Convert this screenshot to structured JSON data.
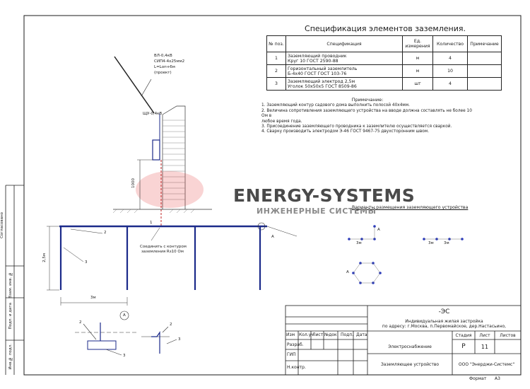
{
  "spec": {
    "title": "Спецификация элементов заземления.",
    "headers": [
      "№ поз.",
      "Спецификация",
      "Ед. измерения",
      "Количество",
      "Примечание"
    ],
    "rows": [
      {
        "pos": "1",
        "name1": "Заземляющий проводник",
        "name2": "Круг 10 ГОСТ 2590-88",
        "unit": "м",
        "qty": "4",
        "note": ""
      },
      {
        "pos": "2",
        "name1": "Горизонтальный заземлитель",
        "name2": "Б-4х40 ГОСТ ГОСТ 103-76",
        "unit": "м",
        "qty": "10",
        "note": ""
      },
      {
        "pos": "3",
        "name1": "Заземляющий электрод 2,5м",
        "name2": "Уголок 50х50х5 ГОСТ 8509-86",
        "unit": "шт",
        "qty": "4",
        "note": ""
      }
    ]
  },
  "notes": {
    "title": "Примечание:",
    "items": [
      "1. Заземляющий контур садового дома выполнить полосой 40х4мм.",
      "2. Величина сопротивления заземляющего устройства на вводе должна составлять не более 10 Ом в",
      "любое время года.",
      "3. Присоединение заземляющего проводника к заземлителю осуществляется сваркой.",
      "4. Сварку производить электродом Э-46 ГОСТ 9467-75 двухсторонним швом."
    ]
  },
  "drawing": {
    "cable1": "ВЛ-0,4кВ",
    "cable2": "СИП4-4х25мм2",
    "cable3": "L=Lоп+6м",
    "cable4": "(проект)",
    "shield": "ЩУ-0,4кВ",
    "dim_1000": "1000",
    "dim_2m": "2,5м",
    "dim_3m": "3м",
    "pos1": "1",
    "pos2": "2",
    "pos3": "3",
    "weld_note1": "Соединить с контуром",
    "weld_note2": "заземления Rз10 Ом",
    "node_a": "А",
    "section_a": "А",
    "sec_2": "2",
    "sec_3a": "3",
    "sec_2b": "2",
    "sec_3b": "3",
    "variants_title": "Варианты размещения заземляющего устройства",
    "v3m": "3м",
    "v_a": "А"
  },
  "watermark": {
    "line1": "ENERGY-SYSTEMS",
    "line2": "ИНЖЕНЕРНЫЕ СИСТЕМЫ"
  },
  "side_stamp": {
    "l1": "Инв.№ подл.",
    "l2": "Подп. и дата",
    "l3": "Взам. инв. №",
    "l4": "Согласовано"
  },
  "title_block": {
    "code": "-ЭС",
    "object1": "Индивидуальная жилая застройка",
    "object2": "по адресу: г.Москва, п.Первомайское, дер.Настасьино,",
    "cols": [
      "Изм",
      "Кол.уч",
      "Лист",
      "№док",
      "Подп.",
      "Дата"
    ],
    "r_develop": "Разраб.",
    "r_gip": "ГИП",
    "r_norm": "Н.контр.",
    "section": "Электроснабжение",
    "stage_h": "Стадия",
    "sheet_h": "Лист",
    "sheets_h": "Листов",
    "stage": "Р",
    "sheet": "11",
    "drawing_name": "Заземляющее устройство",
    "company": "ООО \"Энерджи-Системс\"",
    "format_label": "Формат",
    "format": "А3"
  }
}
